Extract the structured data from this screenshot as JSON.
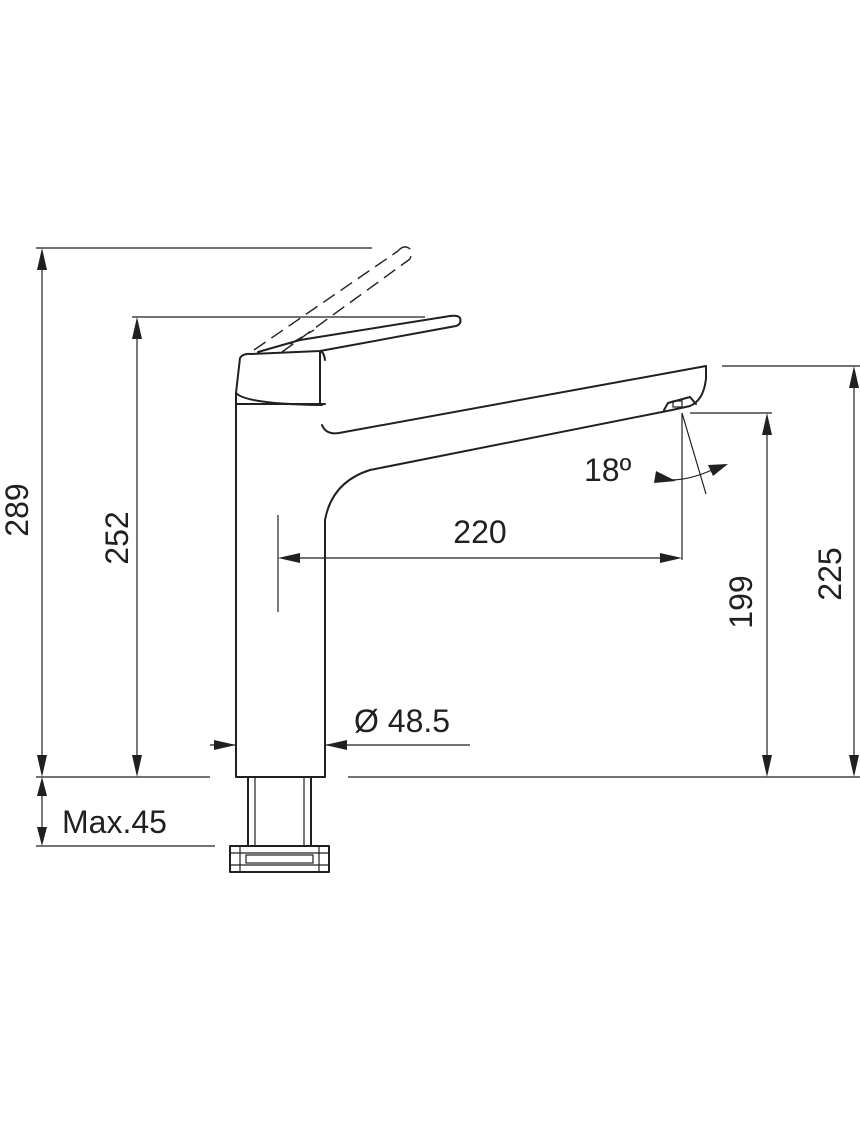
{
  "dimensions": {
    "total_height_lever_open": "289",
    "height_to_lever": "252",
    "spout_height": "225",
    "outlet_height": "199",
    "spout_reach": "220",
    "base_diameter": "Ø 48.5",
    "max_deck_thickness": "Max.45",
    "outlet_angle": "18º"
  },
  "colors": {
    "line": "#231f20",
    "background": "#ffffff"
  }
}
